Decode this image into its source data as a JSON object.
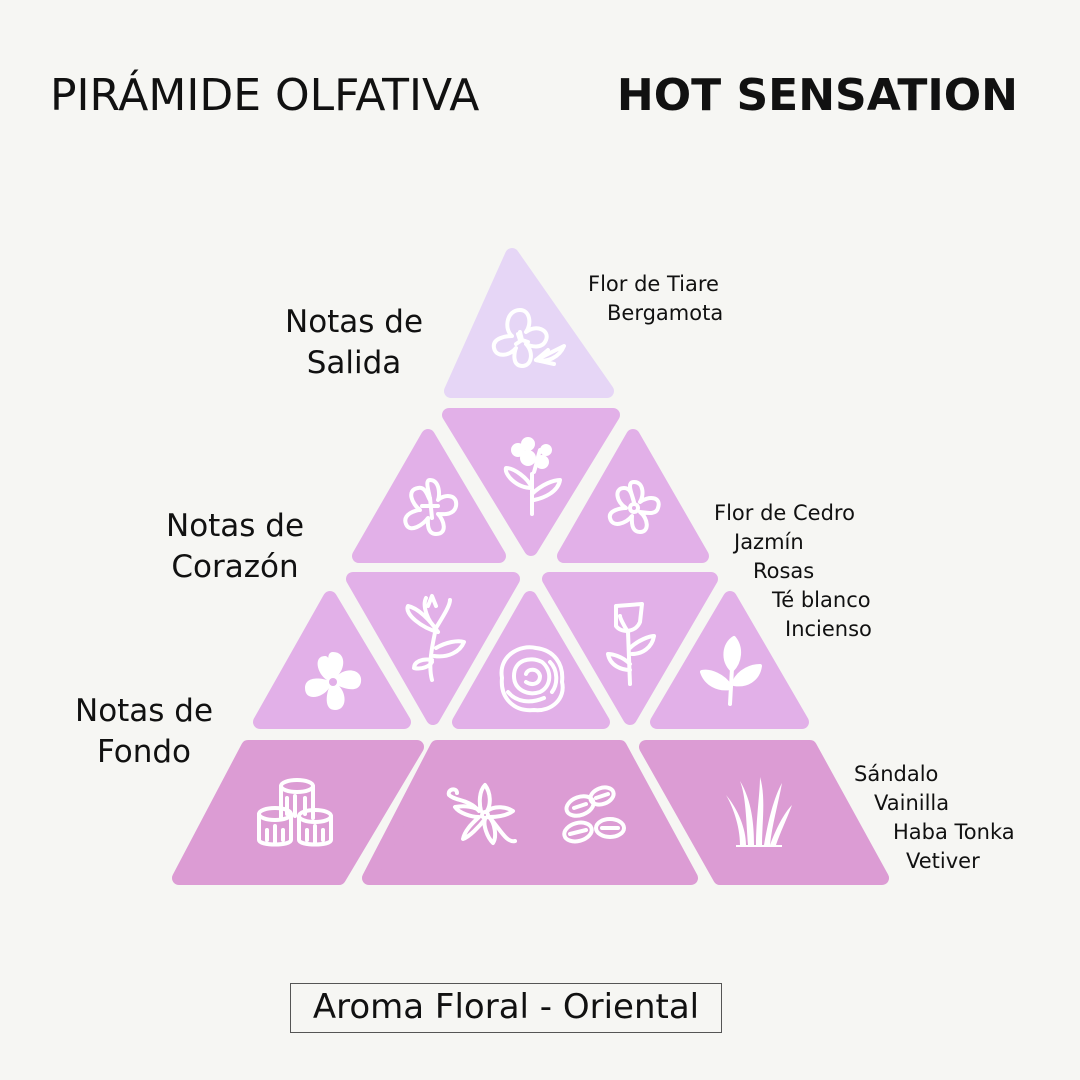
{
  "header": {
    "left_title": "PIRÁMIDE OLFATIVA",
    "right_title": "HOT SENSATION"
  },
  "colors": {
    "background": "#f6f6f3",
    "top_tier": "#e6d6f6",
    "middle_tiers": "#e2b0e8",
    "base_tier": "#dc9cd4",
    "icon_stroke": "#ffffff"
  },
  "tiers": [
    {
      "label_line1": "Notas de",
      "label_line2": "Salida",
      "notes": [
        "Flor de Tiare",
        "Bergamota"
      ],
      "icons": [
        "tiare-flower-with-citrus-icon"
      ]
    },
    {
      "label_line1": "Notas de",
      "label_line2": "Corazón",
      "notes": [
        "Flor de Cedro",
        "Jazmín",
        "Rosas",
        "Té blanco",
        "Incienso"
      ],
      "icons": [
        "star-flower-icon",
        "berry-sprig-icon",
        "jasmine-flower-icon",
        "plumeria-flower-icon",
        "leafy-branch-icon",
        "rose-icon",
        "rose-bud-icon",
        "tea-leaves-icon"
      ]
    },
    {
      "label_line1": "Notas de",
      "label_line2": "Fondo",
      "notes": [
        "Sándalo",
        "Vainilla",
        "Haba Tonka",
        "Vetiver"
      ],
      "icons": [
        "sandalwood-logs-icon",
        "vanilla-flower-icon",
        "tonka-beans-icon",
        "vetiver-grass-icon"
      ]
    }
  ],
  "footer": {
    "label": "Aroma Floral - Oriental"
  }
}
